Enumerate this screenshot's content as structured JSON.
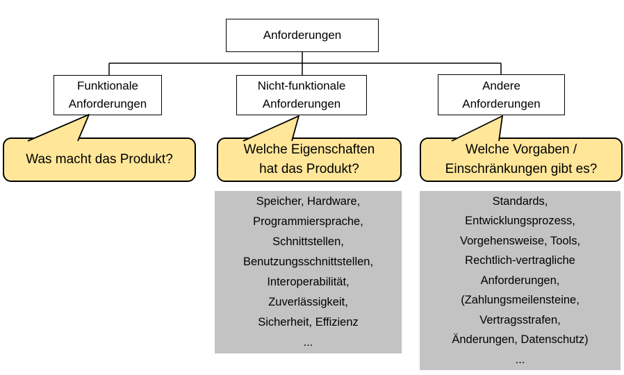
{
  "colors": {
    "background": "#FFFFFF",
    "box_fill": "#FFFFFF",
    "box_border": "#000000",
    "line": "#000000",
    "callout_fill": "#FFE699",
    "callout_border": "#000000",
    "detail_fill": "#C3C3C3",
    "text": "#000000"
  },
  "tree": {
    "root": {
      "label": "Anforderungen"
    },
    "branches": [
      {
        "label_lines": [
          "Funktionale",
          "Anforderungen"
        ],
        "callout_lines": [
          "Was macht das Produkt?"
        ],
        "detail_lines": []
      },
      {
        "label_lines": [
          "Nicht-funktionale",
          "Anforderungen"
        ],
        "callout_lines": [
          "Welche Eigenschaften",
          "hat das Produkt?"
        ],
        "detail_lines": [
          "Speicher, Hardware,",
          "Programmiersprache,",
          "Schnittstellen,",
          "Benutzungsschnittstellen,",
          "Interoperabilität,",
          "Zuverlässigkeit,",
          "Sicherheit, Effizienz",
          "..."
        ]
      },
      {
        "label_lines": [
          "Andere",
          "Anforderungen"
        ],
        "callout_lines": [
          "Welche Vorgaben /",
          "Einschränkungen gibt es?"
        ],
        "detail_lines": [
          "Standards,",
          "Entwicklungsprozess,",
          "Vorgehensweise, Tools,",
          "Rechtlich-vertragliche",
          "Anforderungen,",
          "(Zahlungsmeilensteine,",
          "Vertragsstrafen,",
          "Änderungen, Datenschutz)",
          "..."
        ]
      }
    ]
  }
}
